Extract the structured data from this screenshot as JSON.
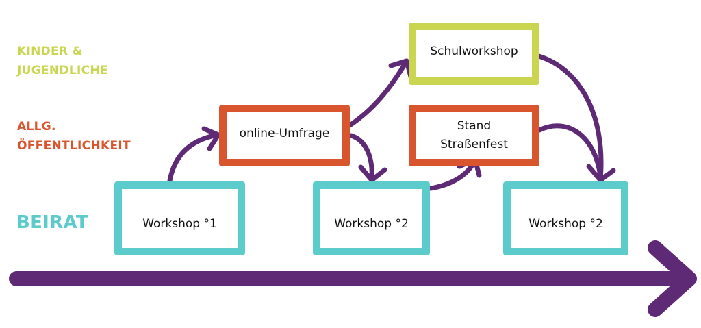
{
  "colors": {
    "kids": "#cad550",
    "public": "#d9552e",
    "board": "#5ccbcb",
    "arrow": "#5e2a76",
    "text": "#111111"
  },
  "lanes": {
    "kids": "KINDER &\nJUGENDLICHE",
    "public": "ALLG.\nÖFFENTLICHKEIT",
    "board": "BEIRAT"
  },
  "nodes": {
    "workshop1": {
      "label": "Workshop °1",
      "lane": "board"
    },
    "survey": {
      "label": "online-Umfrage",
      "lane": "public"
    },
    "school_workshop": {
      "label": "Schulworkshop",
      "lane": "kids"
    },
    "stand": {
      "label": "Stand\nStraßenfest",
      "lane": "public"
    },
    "workshop2a": {
      "label": "Workshop °2",
      "lane": "board"
    },
    "workshop2b": {
      "label": "Workshop °2",
      "lane": "board"
    }
  },
  "edges": [
    {
      "from": "workshop1",
      "to": "survey"
    },
    {
      "from": "survey",
      "to": "school_workshop"
    },
    {
      "from": "survey",
      "to": "workshop2a"
    },
    {
      "from": "workshop2a",
      "to": "stand"
    },
    {
      "from": "school_workshop",
      "to": "workshop2b"
    },
    {
      "from": "stand",
      "to": "workshop2b"
    }
  ],
  "timeline": {
    "direction": "left-to-right"
  }
}
